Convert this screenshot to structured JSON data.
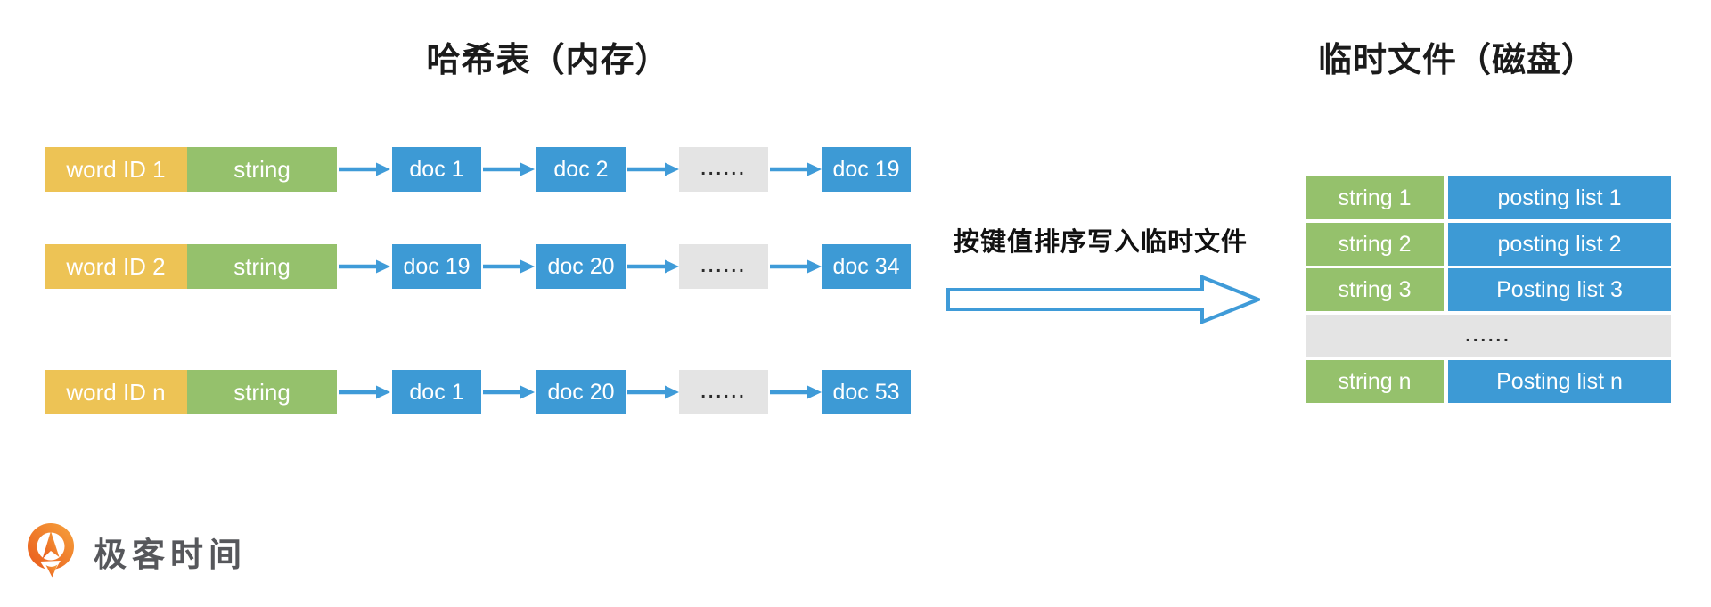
{
  "titles": {
    "left": "哈希表（内存）",
    "right": "临时文件（磁盘）"
  },
  "hash_table": {
    "rows": [
      {
        "word_id": "word ID 1",
        "string_label": "string",
        "docs": [
          "doc 1",
          "doc 2",
          "......",
          "doc 19"
        ]
      },
      {
        "word_id": "word ID 2",
        "string_label": "string",
        "docs": [
          "doc 19",
          "doc 20",
          "......",
          "doc 34"
        ]
      },
      {
        "word_id": "word ID n",
        "string_label": "string",
        "docs": [
          "doc 1",
          "doc 20",
          "......",
          "doc 53"
        ]
      }
    ]
  },
  "transfer": {
    "label": "按键值排序写入临时文件"
  },
  "temp_file": {
    "rows": [
      {
        "key": "string 1",
        "value": "posting list 1"
      },
      {
        "key": "string 2",
        "value": "posting list 2"
      },
      {
        "key": "string 3",
        "value": "Posting list 3"
      },
      {
        "ellipsis": "......"
      },
      {
        "key": "string n",
        "value": "Posting list n"
      }
    ]
  },
  "logo": {
    "text": "极客时间"
  },
  "colors": {
    "yellow": "#EDC355",
    "green": "#95C16C",
    "blue": "#3D9AD5",
    "gray": "#E4E4E4",
    "arrow": "#3F9BD8",
    "orange_dark": "#E95A1C",
    "orange_light": "#F6A23C"
  }
}
